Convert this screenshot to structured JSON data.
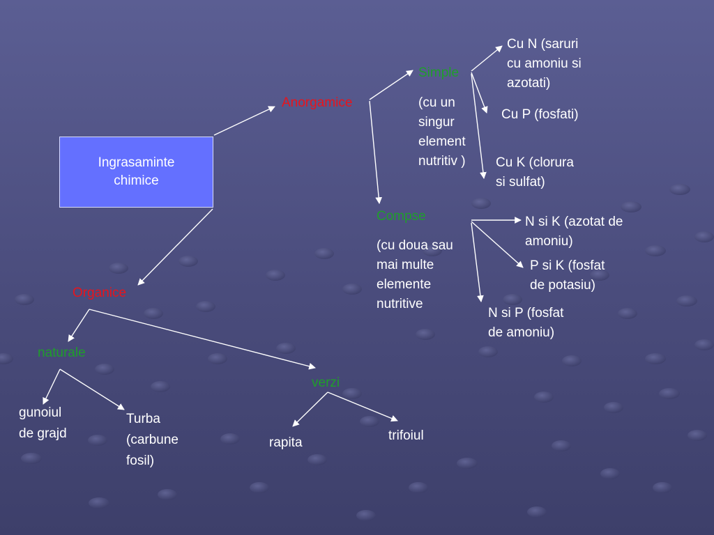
{
  "root": {
    "line1": "Ingrasaminte",
    "line2": "chimice"
  },
  "anorganice": "Anorgamice",
  "organice": "Organice",
  "simple": {
    "title": "Simple",
    "desc": [
      "(cu un",
      "singur",
      "element",
      "nutritiv )"
    ]
  },
  "compse": {
    "title": "Compse",
    "desc": [
      "(cu doua sau",
      "mai multe",
      "elemente",
      "nutritive"
    ]
  },
  "simple_children": [
    [
      "Cu N (saruri",
      "cu amoniu si",
      "azotati)"
    ],
    [
      "Cu P (fosfati)"
    ],
    [
      "Cu K (clorura",
      "si sulfat)"
    ]
  ],
  "compse_children": [
    [
      "N si K (azotat de",
      "amoniu)"
    ],
    [
      "P si K (fosfat",
      "de potasiu)"
    ],
    [
      "N si P (fosfat",
      "de amoniu)"
    ]
  ],
  "naturale": {
    "title": "naturale",
    "children": [
      {
        "lines": [
          "gunoiul",
          "de grajd"
        ]
      },
      {
        "lines": [
          "Turba",
          "(carbune",
          "fosil)"
        ]
      }
    ]
  },
  "verzi": {
    "title": "verzi",
    "children": [
      "rapita",
      "trifoiul"
    ]
  }
}
